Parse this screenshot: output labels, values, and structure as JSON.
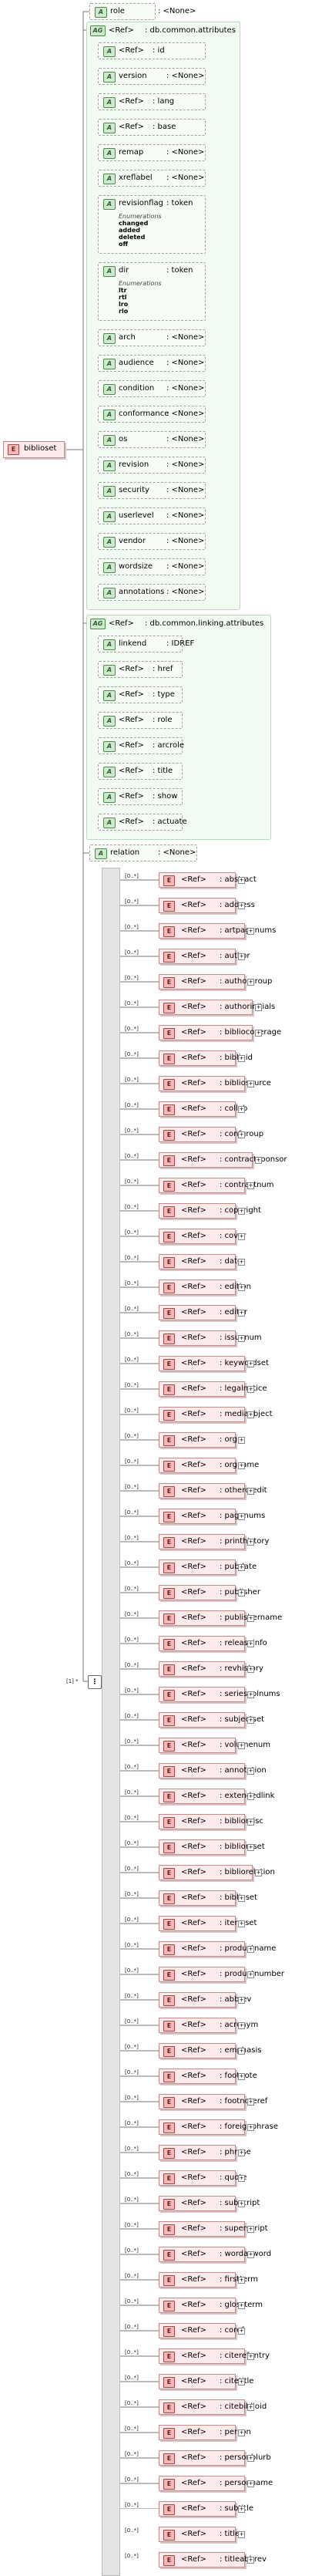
{
  "root": {
    "name": "biblioset",
    "icon": "E"
  },
  "top_attrs": [
    {
      "ref": "",
      "name": "role",
      "value": ": <None>"
    }
  ],
  "common_group": {
    "ref": "<Ref>",
    "name": ": db.common.attributes",
    "attrs": [
      {
        "ref": "<Ref>",
        "name": ": id",
        "value": ""
      },
      {
        "ref": "",
        "name": "version",
        "value": ": <None>"
      },
      {
        "ref": "<Ref>",
        "name": ": lang",
        "value": ""
      },
      {
        "ref": "<Ref>",
        "name": ": base",
        "value": ""
      },
      {
        "ref": "",
        "name": "remap",
        "value": ": <None>"
      },
      {
        "ref": "",
        "name": "xreflabel",
        "value": ": <None>"
      },
      {
        "ref": "",
        "name": "revisionflag",
        "value": ": token",
        "enum_label": "Enumerations",
        "enums": [
          "changed",
          "added",
          "deleted",
          "off"
        ]
      },
      {
        "ref": "",
        "name": "dir",
        "value": ": token",
        "enum_label": "Enumerations",
        "enums": [
          "ltr",
          "rtl",
          "lro",
          "rlo"
        ]
      },
      {
        "ref": "",
        "name": "arch",
        "value": ": <None>"
      },
      {
        "ref": "",
        "name": "audience",
        "value": ": <None>"
      },
      {
        "ref": "",
        "name": "condition",
        "value": ": <None>"
      },
      {
        "ref": "",
        "name": "conformance",
        "value": ": <None>"
      },
      {
        "ref": "",
        "name": "os",
        "value": ": <None>"
      },
      {
        "ref": "",
        "name": "revision",
        "value": ": <None>"
      },
      {
        "ref": "",
        "name": "security",
        "value": ": <None>"
      },
      {
        "ref": "",
        "name": "userlevel",
        "value": ": <None>"
      },
      {
        "ref": "",
        "name": "vendor",
        "value": ": <None>"
      },
      {
        "ref": "",
        "name": "wordsize",
        "value": ": <None>"
      },
      {
        "ref": "",
        "name": "annotations",
        "value": ": <None>"
      }
    ]
  },
  "linking_group": {
    "ref": "<Ref>",
    "name": ": db.common.linking.attributes",
    "attrs": [
      {
        "ref": "",
        "name": "linkend",
        "value": ": IDREF"
      },
      {
        "ref": "<Ref>",
        "name": ": href",
        "value": ""
      },
      {
        "ref": "<Ref>",
        "name": ": type",
        "value": ""
      },
      {
        "ref": "<Ref>",
        "name": ": role",
        "value": ""
      },
      {
        "ref": "<Ref>",
        "name": ": arcrole",
        "value": ""
      },
      {
        "ref": "<Ref>",
        "name": ": title",
        "value": ""
      },
      {
        "ref": "<Ref>",
        "name": ": show",
        "value": ""
      },
      {
        "ref": "<Ref>",
        "name": ": actuate",
        "value": ""
      }
    ]
  },
  "relation_attr": {
    "name": "relation",
    "value": ": <None>"
  },
  "choice_occurrence": "[1] *",
  "element_occurrence": "[0..*]",
  "element_ref": "<Ref>",
  "elements": [
    ": abstract",
    ": address",
    ": artpagenums",
    ": author",
    ": authorgroup",
    ": authorinitials",
    ": bibliocoverage",
    ": biblioid",
    ": bibliosource",
    ": collab",
    ": confgroup",
    ": contractsponsor",
    ": contractnum",
    ": copyright",
    ": cover",
    ": date",
    ": edition",
    ": editor",
    ": issuenum",
    ": keywordset",
    ": legalnotice",
    ": mediaobject",
    ": org",
    ": orgname",
    ": othercredit",
    ": pagenums",
    ": printhistory",
    ": pubdate",
    ": publisher",
    ": publishername",
    ": releaseinfo",
    ": revhistory",
    ": seriesvolnums",
    ": subjectset",
    ": volumenum",
    ": annotation",
    ": extendedlink",
    ": bibliomisc",
    ": bibliomset",
    ": bibliorelation",
    ": biblioset",
    ": itermset",
    ": productname",
    ": productnumber",
    ": abbrev",
    ": acronym",
    ": emphasis",
    ": footnote",
    ": footnoteref",
    ": foreignphrase",
    ": phrase",
    ": quote",
    ": subscript",
    ": superscript",
    ": wordasword",
    ": firstterm",
    ": glossterm",
    ": coref",
    ": citerefentry",
    ": citetitle",
    ": citebiblioid",
    ": person",
    ": personblurb",
    ": personname",
    ": subtitle",
    ": title",
    ": titleabbrev"
  ]
}
